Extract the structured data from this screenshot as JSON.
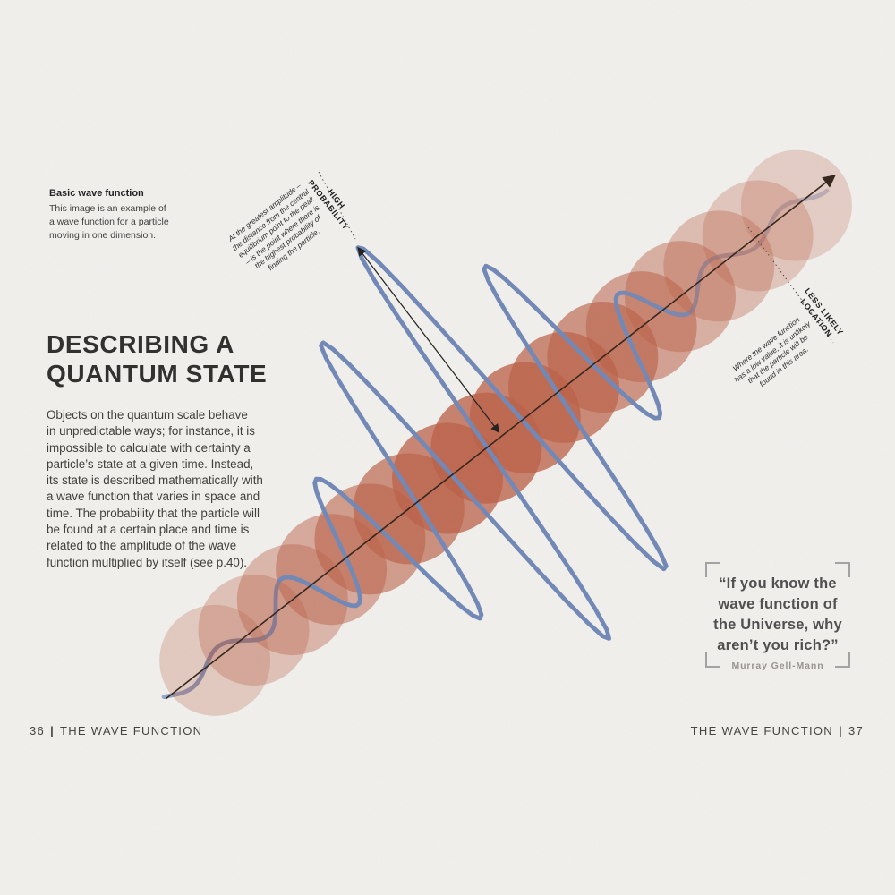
{
  "caption": {
    "title": "Basic wave function",
    "body": "This image is an example of\na wave function for a particle\nmoving in one dimension."
  },
  "headline": "DESCRIBING A\nQUANTUM STATE",
  "body_text": "Objects on the quantum scale behave\nin unpredictable ways; for instance, it is\nimpossible to calculate with certainty a\nparticle’s state at a given time. Instead,\nits state is described mathematically with\na wave function that varies in space and\ntime. The probability that the particle will\nbe found at a certain place and time is\nrelated to the amplitude of the wave\nfunction multiplied by itself (see p.40).",
  "annotations": {
    "high_probability": {
      "label": "HIGH\nPROBABILITY",
      "text": "At the greatest amplitude –\nthe distance from the central\nequilibrium point to the peak\n– is the point where there is\nthe highest probability of\nfinding the particle."
    },
    "less_likely": {
      "label": "LESS LIKELY\nLOCATION",
      "text": "Where the wave function\nhas a low value, it is unlikely\nthat the particle will be\nfound in this area."
    }
  },
  "quote": {
    "text": "“If you know the\nwave function of\nthe Universe, why\naren’t you rich?”",
    "attribution": "Murray Gell-Mann"
  },
  "folio_left": {
    "page_number": "36",
    "separator": "|",
    "section": "THE WAVE FUNCTION"
  },
  "folio_right": {
    "section": "THE WAVE FUNCTION",
    "separator": "|",
    "page_number": "37"
  },
  "diagram": {
    "description": "Wave packet oscillating around a diagonal axis of overlapping probability circles",
    "colors": {
      "wave": "#6f87b8",
      "circles": "#bc5f45",
      "axis": "#2f2017",
      "arrow": "#1c1c1c",
      "leader": "#4a4a4a",
      "paper": "#f5f4f1"
    }
  }
}
